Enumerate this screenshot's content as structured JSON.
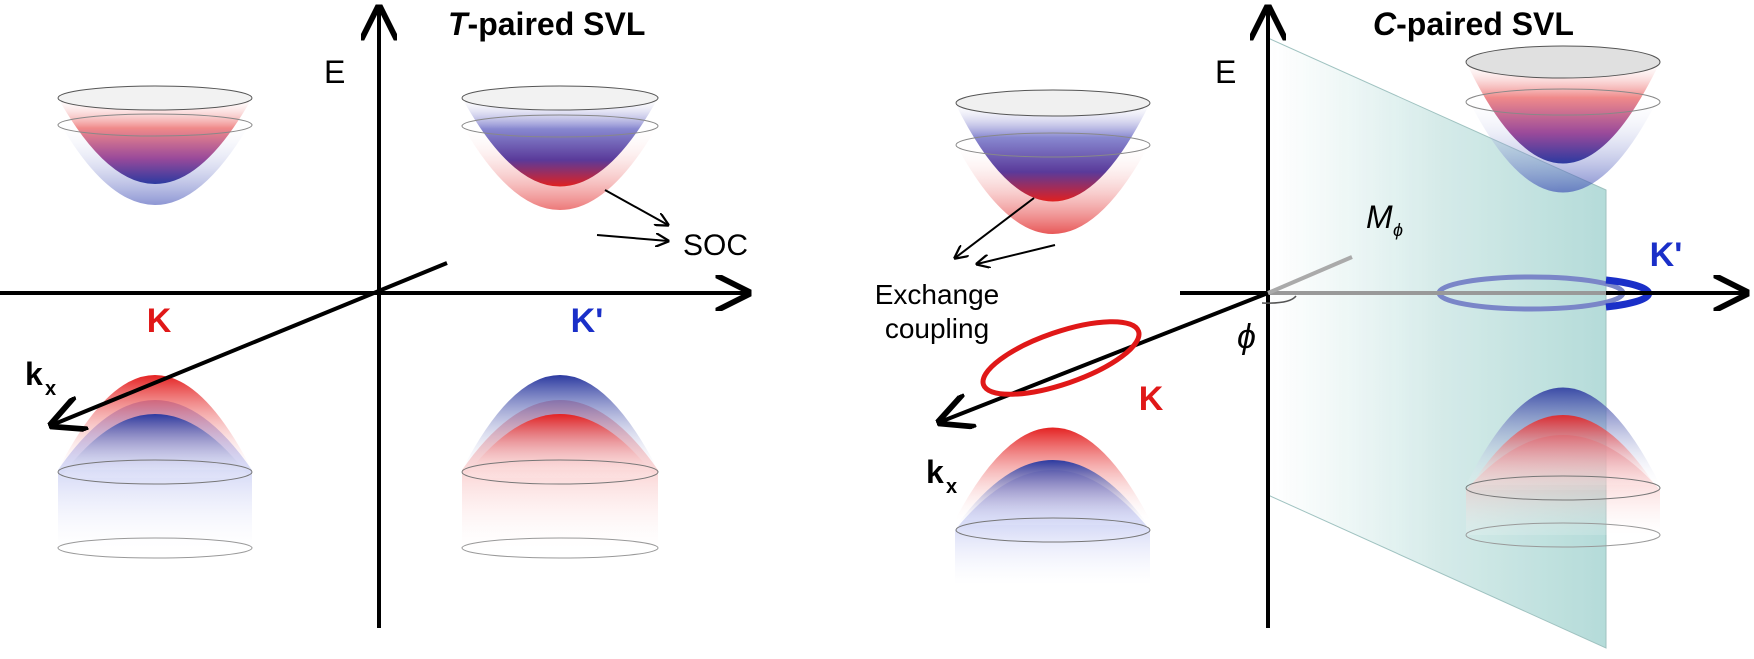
{
  "left_panel": {
    "title_italic": "T",
    "title_rest": "-paired SVL",
    "energy_axis_label": "E",
    "momentum_axis_label": "k",
    "momentum_axis_subscript": "x",
    "valley_labels": {
      "K": "K",
      "Kprime": "K'"
    },
    "annotation": "SOC"
  },
  "right_panel": {
    "title_italic": "C",
    "title_rest": "-paired SVL",
    "energy_axis_label": "E",
    "momentum_axis_label": "k",
    "momentum_axis_subscript": "x",
    "valley_labels": {
      "K": "K",
      "Kprime": "K'"
    },
    "annotation_line1": "Exchange",
    "annotation_line2": "coupling",
    "magnetization_label": "M",
    "magnetization_subscript": "ϕ",
    "angle_label": "ϕ"
  },
  "colors": {
    "red": "#e31b1b",
    "blue": "#2a2ab8",
    "valley_K": "#e01818",
    "valley_Kprime": "#1a2fc8",
    "plane": "#b9dedd",
    "axis": "#000000"
  }
}
